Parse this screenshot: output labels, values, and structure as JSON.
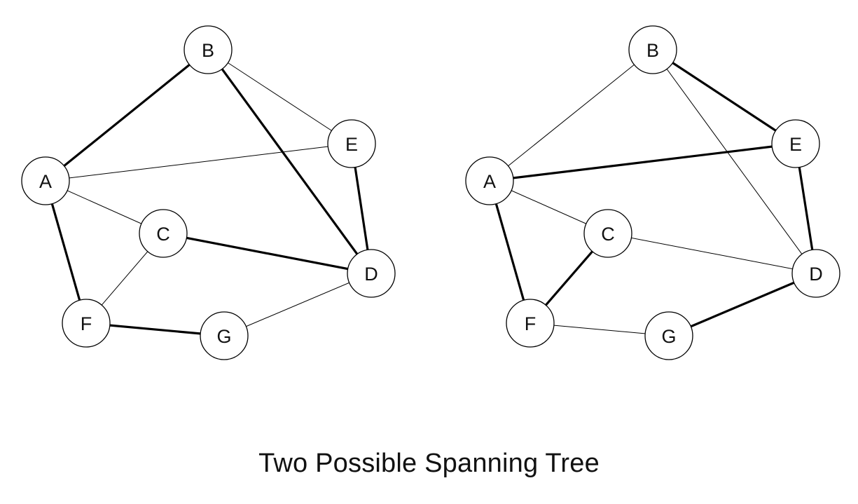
{
  "caption": "Two Possible Spanning Tree",
  "colors": {
    "background": "#ffffff",
    "node_fill": "#ffffff",
    "stroke": "#000000"
  },
  "graphs": [
    {
      "id": "left",
      "nodes": [
        "A",
        "B",
        "C",
        "D",
        "E",
        "F",
        "G"
      ],
      "tree_edges": [
        [
          "A",
          "B"
        ],
        [
          "B",
          "D"
        ],
        [
          "E",
          "D"
        ],
        [
          "C",
          "D"
        ],
        [
          "A",
          "F"
        ],
        [
          "F",
          "G"
        ]
      ],
      "other_edges": [
        [
          "B",
          "E"
        ],
        [
          "A",
          "E"
        ],
        [
          "A",
          "C"
        ],
        [
          "C",
          "F"
        ],
        [
          "G",
          "D"
        ]
      ]
    },
    {
      "id": "right",
      "nodes": [
        "A",
        "B",
        "C",
        "D",
        "E",
        "F",
        "G"
      ],
      "tree_edges": [
        [
          "B",
          "E"
        ],
        [
          "A",
          "E"
        ],
        [
          "E",
          "D"
        ],
        [
          "A",
          "F"
        ],
        [
          "C",
          "F"
        ],
        [
          "G",
          "D"
        ]
      ],
      "other_edges": [
        [
          "A",
          "B"
        ],
        [
          "B",
          "D"
        ],
        [
          "A",
          "C"
        ],
        [
          "C",
          "D"
        ],
        [
          "F",
          "G"
        ]
      ]
    }
  ]
}
